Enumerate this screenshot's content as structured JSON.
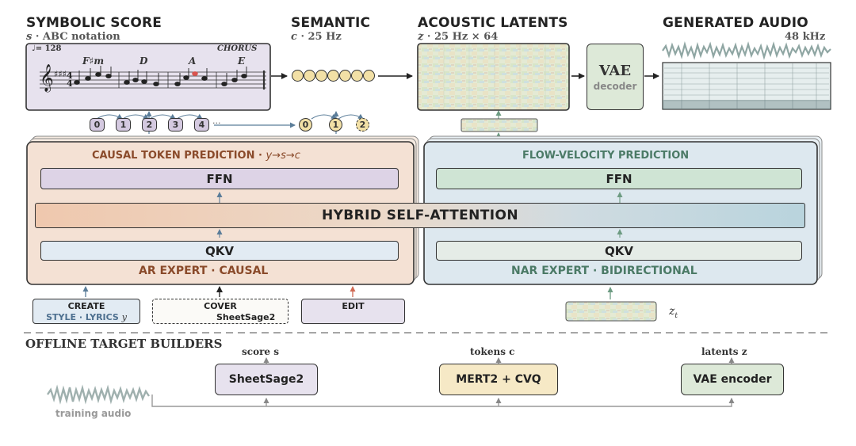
{
  "headers": {
    "symbolic_title": "SYMBOLIC SCORE",
    "symbolic_sub_var": "s",
    "symbolic_sub": "· ABC notation",
    "semantic_title": "SEMANTIC",
    "semantic_sub_var": "c",
    "semantic_sub": "·  25 Hz",
    "acoustic_title": "ACOUSTIC LATENTS",
    "acoustic_sub_var": "z",
    "acoustic_sub": "·  25 Hz × 64",
    "audio_title": "GENERATED AUDIO",
    "audio_sub": "48 kHz"
  },
  "score": {
    "tempo": "♩= 128",
    "section": "CHORUS",
    "chords": [
      "F♯m",
      "D",
      "A",
      "E"
    ],
    "time_sig_top": "4",
    "time_sig_bottom": "4"
  },
  "vae_decoder": {
    "title": "VAE",
    "sub": "decoder"
  },
  "ar_tokens": [
    "0",
    "1",
    "2",
    "3",
    "4"
  ],
  "ar_tokens_more": "···",
  "sem_tokens": [
    "0",
    "1",
    "2"
  ],
  "ar_expert": {
    "head_label": "CAUSAL TOKEN PREDICTION  ·  ",
    "head_formula": "y→s→c",
    "ffn": "FFN",
    "qkv": "QKV",
    "footer": "AR EXPERT · CAUSAL"
  },
  "hybrid_attention": "HYBRID SELF-ATTENTION",
  "nar_expert": {
    "head_label": "FLOW-VELOCITY PREDICTION",
    "ffn": "FFN",
    "qkv": "QKV",
    "footer": "NAR EXPERT · BIDIRECTIONAL"
  },
  "tasks": {
    "create_title": "CREATE",
    "create_sub": "STYLE · LYRICS",
    "create_var": "y",
    "cover_title": "COVER",
    "cover_sub": "SheetSage2",
    "edit_title": "EDIT"
  },
  "zt_label": "z",
  "zt_sub": "t",
  "offline": {
    "title": "OFFLINE TARGET BUILDERS",
    "score_label": "score  s",
    "tokens_label": "tokens  c",
    "latents_label": "latents  z",
    "sheetsage": "SheetSage2",
    "mert": "MERT2 + CVQ",
    "vae_encoder": "VAE encoder",
    "training_audio": "training audio"
  },
  "colors": {
    "ar_bg": "#f4e1d4",
    "ar_text": "#8a4a2a",
    "nar_bg": "#dde8ef",
    "nar_text": "#4b7a66",
    "ffn_ar": "#ddd3e6",
    "ffn_nar": "#cfe4d4",
    "qkv_ar": "#e2ebf3",
    "qkv_nar": "#e5ece7",
    "token_purple": "#d4c9e0",
    "token_yellow": "#f2e0a6",
    "arrow_blue": "#5b7d99",
    "arrow_green": "#6d9b82",
    "arrow_red": "#d06a54"
  }
}
